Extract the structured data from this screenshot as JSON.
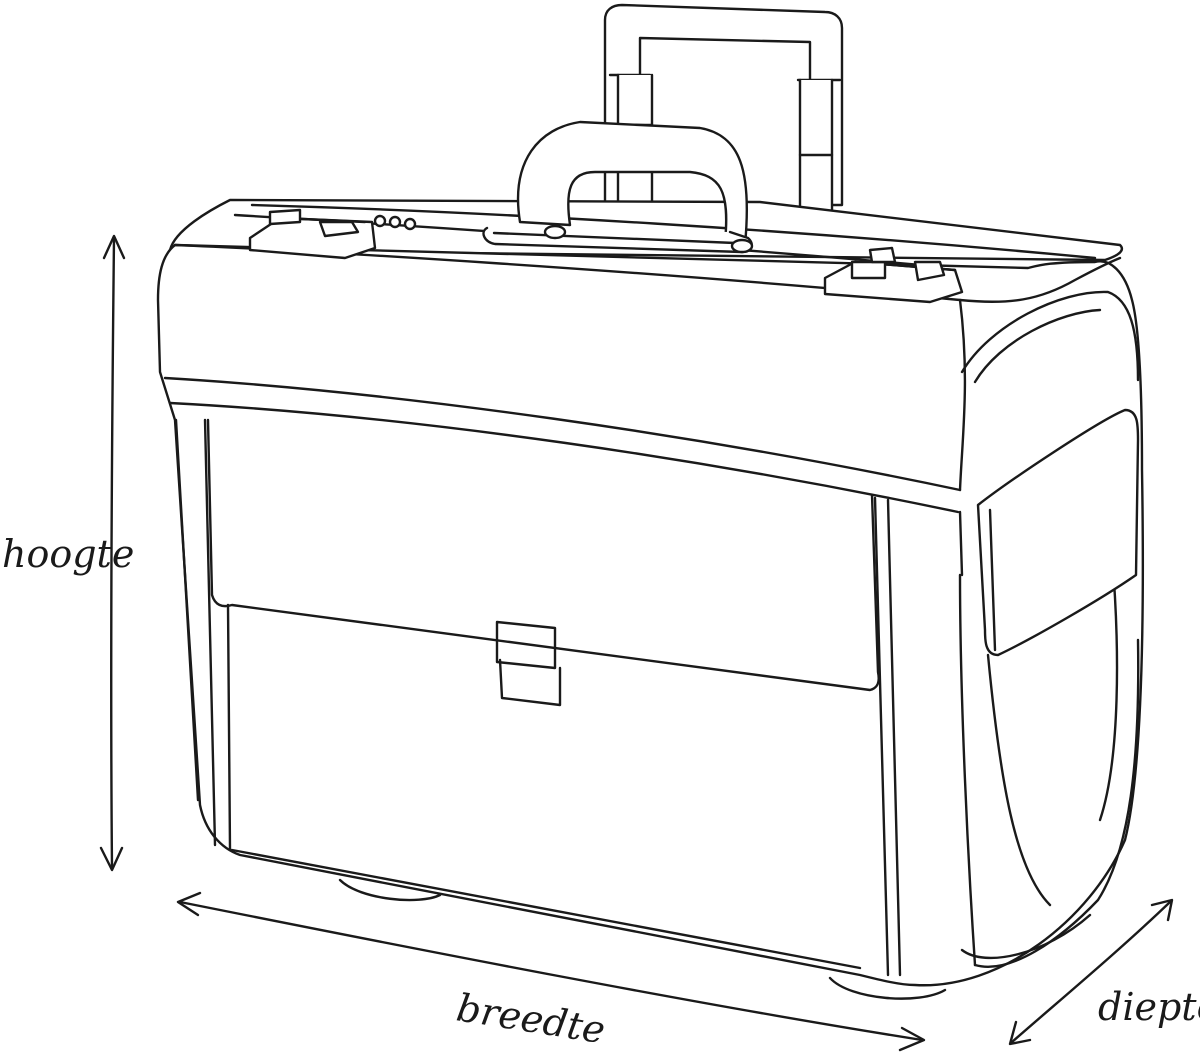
{
  "labels": {
    "height": "hoogte",
    "width": "breedte",
    "depth": "diepte"
  },
  "colors": {
    "ink": "#1a1a1a",
    "background": "#ffffff"
  }
}
